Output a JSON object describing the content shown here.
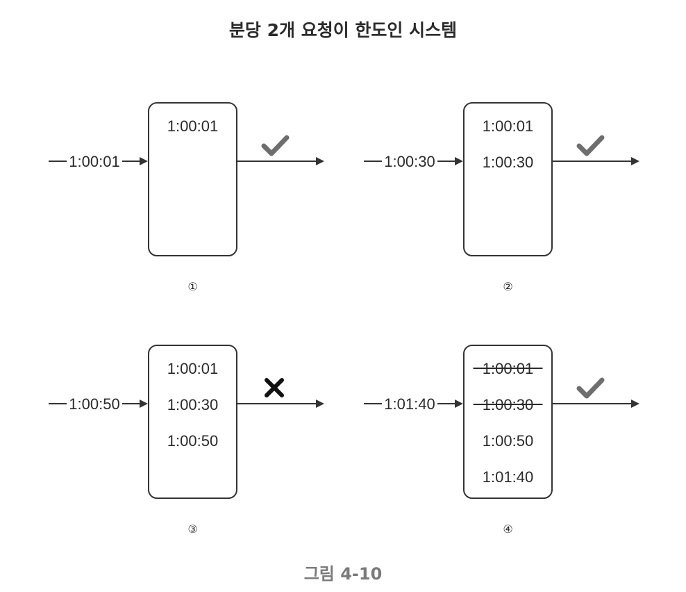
{
  "title": "분당 2개 요청이 한도인 시스템",
  "caption": "그림 4-10",
  "panels": [
    {
      "number": "1",
      "input": "1:00:01",
      "log": [
        {
          "time": "1:00:01",
          "struck": false
        }
      ],
      "result": "check-icon"
    },
    {
      "number": "2",
      "input": "1:00:30",
      "log": [
        {
          "time": "1:00:01",
          "struck": false
        },
        {
          "time": "1:00:30",
          "struck": false
        }
      ],
      "result": "check-icon"
    },
    {
      "number": "3",
      "input": "1:00:50",
      "log": [
        {
          "time": "1:00:01",
          "struck": false
        },
        {
          "time": "1:00:30",
          "struck": false
        },
        {
          "time": "1:00:50",
          "struck": false
        }
      ],
      "result": "cross-icon"
    },
    {
      "number": "4",
      "input": "1:01:40",
      "log": [
        {
          "time": "1:00:01",
          "struck": true
        },
        {
          "time": "1:00:30",
          "struck": true
        },
        {
          "time": "1:00:50",
          "struck": false
        },
        {
          "time": "1:01:40",
          "struck": false
        }
      ],
      "result": "check-icon"
    }
  ],
  "colors": {
    "line": "#333333",
    "check": "#6e6e6e",
    "cross": "#111111",
    "caption": "#7a7a7a"
  }
}
